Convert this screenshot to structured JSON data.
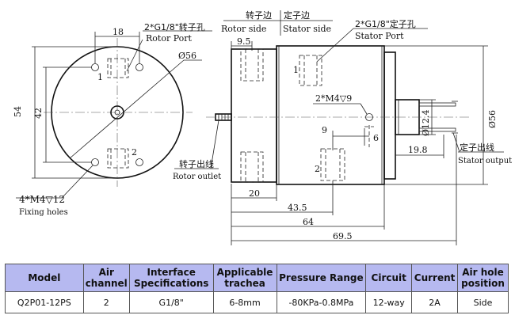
{
  "diagram": {
    "front_view": {
      "dim_18": "18",
      "dim_54": "54",
      "dim_42": "42",
      "dim_dia56": "Ø56",
      "port1": "1",
      "port2": "2",
      "fixing_holes_spec": "4*M4▽12",
      "fixing_holes_label": "Fixing holes"
    },
    "labels": {
      "rotor_port_cn": "2*G1/8\"转子孔",
      "rotor_port_en": "Rotor Port",
      "rotor_side_cn": "转子边",
      "rotor_side_en": "Rotor side",
      "stator_side_cn": "定子边",
      "stator_side_en": "Stator side",
      "stator_port_cn": "2*G1/8\"定子孔",
      "stator_port_en": "Stator Port",
      "rotor_outlet_cn": "转子出线",
      "rotor_outlet_en": "Rotor outlet",
      "stator_output_cn": "定子出线",
      "stator_output_en": "Stator output"
    },
    "side_view": {
      "dim_9_5": "9.5",
      "dim_2m4": "2*M4▽9",
      "dim_9": "9",
      "dim_6": "6",
      "dim_dia12_4": "Ø12.4",
      "dim_dia56": "Ø56",
      "dim_19_8": "19.8",
      "dim_20": "20",
      "dim_43_5": "43.5",
      "dim_64": "64",
      "dim_69_5": "69.5",
      "port1": "1",
      "port2": "2"
    }
  },
  "table": {
    "headers": [
      "Model",
      "Air channel",
      "Interface Specifications",
      "Applicable trachea",
      "Pressure Range",
      "Circuit",
      "Current",
      "Air hole position"
    ],
    "rows": [
      [
        "Q2P01-12PS",
        "2",
        "G1/8\"",
        "6-8mm",
        "-80KPa-0.8MPa",
        "12-way",
        "2A",
        "Side"
      ]
    ],
    "header_color": "#b6b9f0"
  }
}
